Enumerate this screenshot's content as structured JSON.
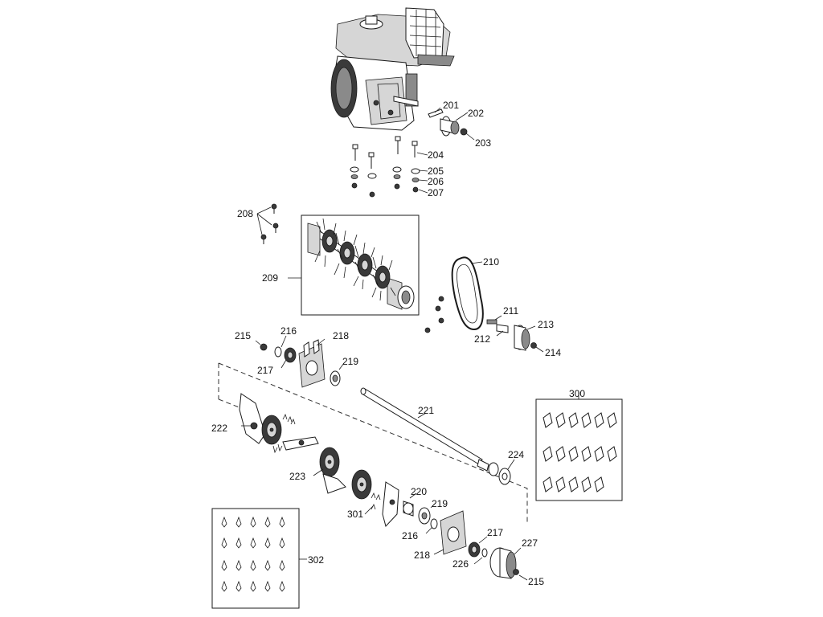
{
  "labels": {
    "p201": "201",
    "p202": "202",
    "p203": "203",
    "p204": "204",
    "p205": "205",
    "p206": "206",
    "p207": "207",
    "p208": "208",
    "p209": "209",
    "p210": "210",
    "p211": "211",
    "p212": "212",
    "p213": "213",
    "p214": "214",
    "p215a": "215",
    "p216a": "216",
    "p217a": "217",
    "p218a": "218",
    "p219a": "219",
    "p220": "220",
    "p221": "221",
    "p222": "222",
    "p223": "223",
    "p224": "224",
    "p219b": "219",
    "p216b": "216",
    "p218b": "218",
    "p217b": "217",
    "p226": "226",
    "p227": "227",
    "p215b": "215",
    "p300": "300",
    "p301": "301",
    "p302": "302"
  }
}
